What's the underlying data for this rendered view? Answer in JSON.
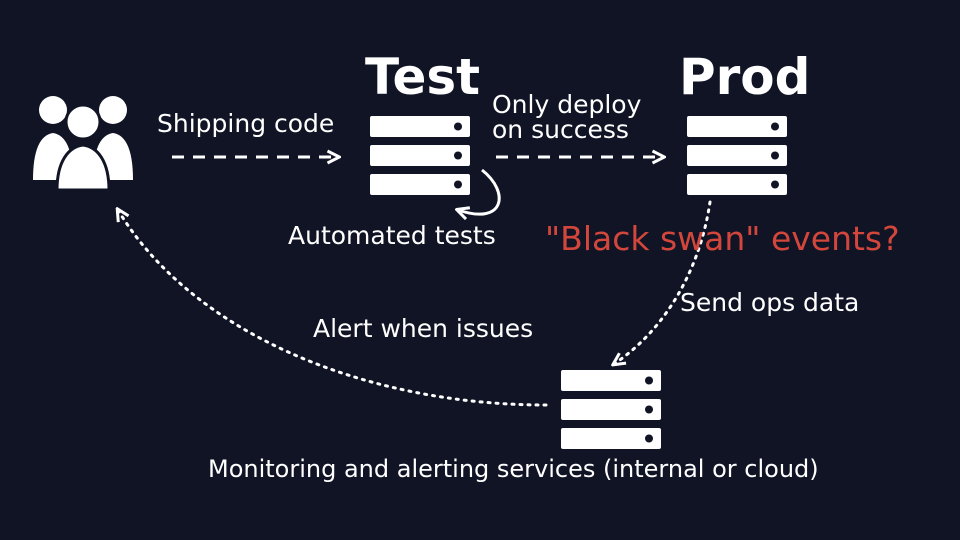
{
  "stages": {
    "test": "Test",
    "prod": "Prod"
  },
  "labels": {
    "shipping_code": "Shipping code",
    "only_deploy_line1": "Only deploy",
    "only_deploy_line2": "on success",
    "automated_tests": "Automated tests",
    "black_swan": "\"Black swan\" events?",
    "send_ops_data": "Send ops data",
    "alert_when_issues": "Alert when issues",
    "monitoring": "Monitoring and alerting services (internal or cloud)"
  },
  "colors": {
    "background": "#111425",
    "foreground": "#ffffff",
    "highlight": "#d2463c"
  },
  "icons": {
    "users": "users-group-icon",
    "server": "server-stack-icon"
  }
}
